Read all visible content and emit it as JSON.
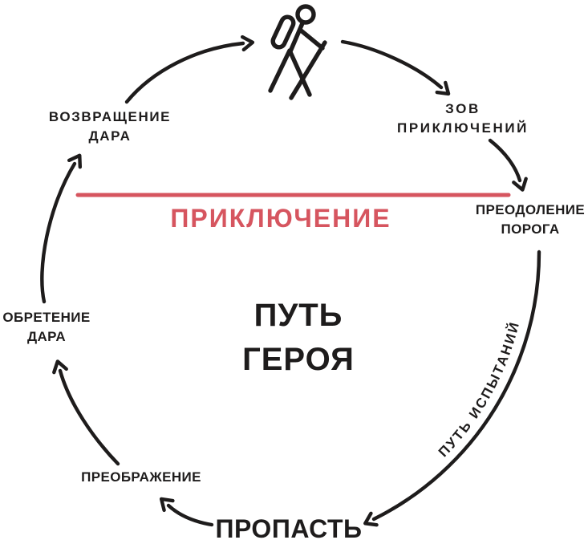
{
  "diagram": {
    "center_title": {
      "line1": "ПУТЬ",
      "line2": "ГЕРОЯ"
    },
    "adventure": {
      "label": "ПРИКЛЮЧЕНИЕ"
    },
    "stages": {
      "call": {
        "line1": "ЗОВ",
        "line2": "ПРИКЛЮЧЕНИЙ"
      },
      "threshold": {
        "line1": "ПРЕОДОЛЕНИЕ",
        "line2": "ПОРОГА"
      },
      "trials": {
        "label": "ПУТЬ ИСПЫТАНИЙ"
      },
      "abyss": {
        "label": "ПРОПАСТЬ"
      },
      "transformation": {
        "label": "ПРЕОБРАЖЕНИЕ"
      },
      "gift": {
        "line1": "ОБРЕТЕНИЕ",
        "line2": "ДАРА"
      },
      "return": {
        "line1": "ВОЗВРАЩЕНИЕ",
        "line2": "ДАРА"
      }
    },
    "icon": "hiker-icon",
    "colors": {
      "ink": "#1e1c1c",
      "accent": "#d6555f",
      "background": "#ffffff"
    }
  }
}
